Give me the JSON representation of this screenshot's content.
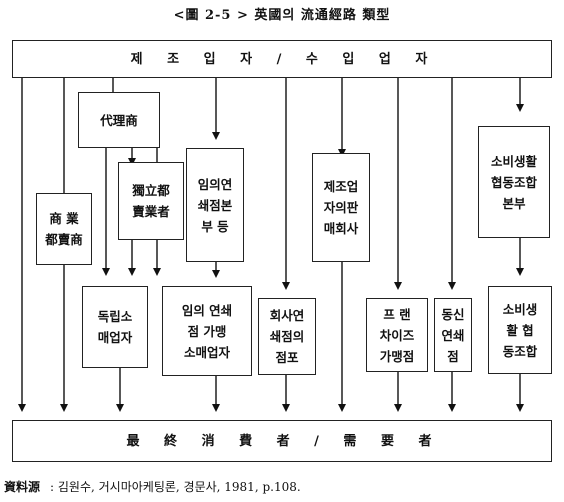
{
  "title": "<圖 2-5 > 英國의 流通經路 類型",
  "top_box": "제 조 입 자   /   수 입 업 자",
  "bottom_box": "最 終 消 費 者   /   需 要 者",
  "boxes": {
    "agent": "代理商",
    "wholesaler": "商 業\n都賣商",
    "independent_wholesaler": "獨立都\n賣業者",
    "voluntary_chain_hq": "임의연\n쇄점본\n부 등",
    "manufacturer_sales": "제조업\n자의판\n매회사",
    "coop_hq": "소비생활\n협동조합\n본부",
    "independent_retailer": "독립소\n매업자",
    "voluntary_chain_retail": "임의 연쇄\n점 가맹\n소매업자",
    "corporate_chain": "회사연\n쇄점의\n점포",
    "franchise": "프  랜\n차이즈\n가맹점",
    "chain_store": "동신\n연쇄\n점",
    "coop": "소비생\n활 협\n동조합"
  },
  "source": {
    "label": "資料源",
    "text": ":  김원수, 거시마아케팅론, 경문사, 1981, p.108."
  }
}
